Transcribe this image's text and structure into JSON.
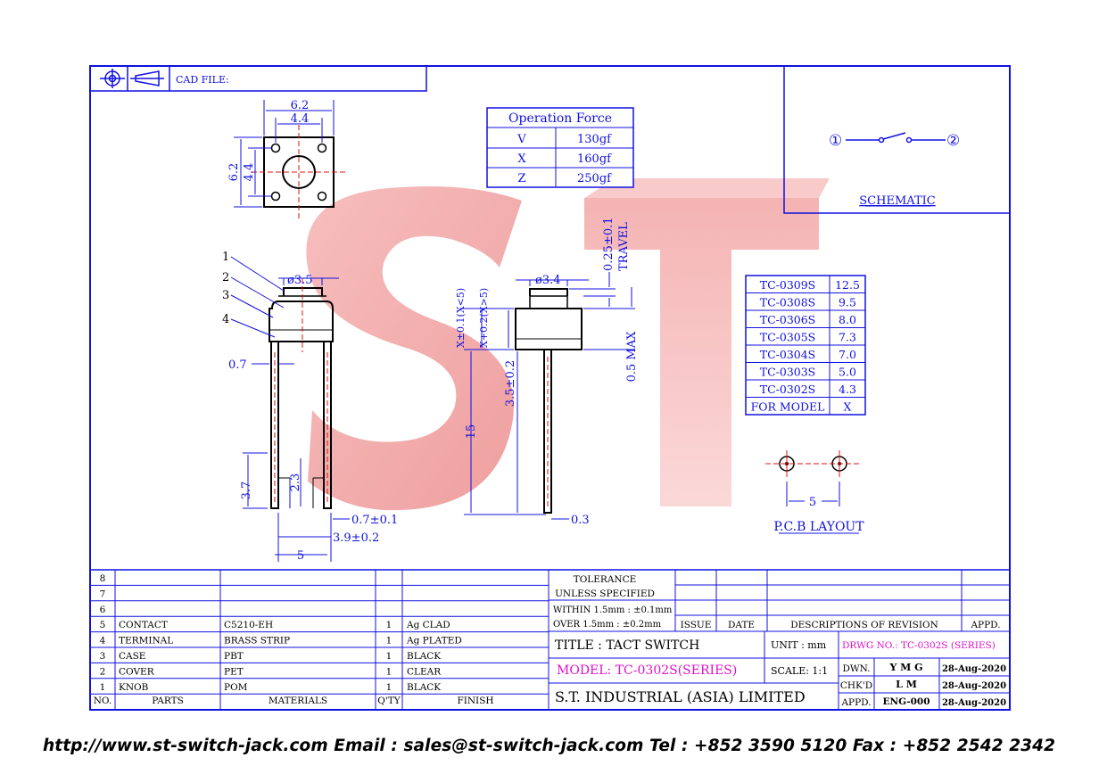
{
  "cad_file_label": "CAD FILE:",
  "operation_force": {
    "title": "Operation Force",
    "rows": [
      {
        "code": "V",
        "force": "130gf"
      },
      {
        "code": "X",
        "force": "160gf"
      },
      {
        "code": "Z",
        "force": "250gf"
      }
    ]
  },
  "schematic": {
    "label": "SCHEMATIC",
    "pin1": "①",
    "pin2": "②"
  },
  "top_view": {
    "width": "6.2",
    "inner_width": "4.4",
    "height": "6.2",
    "inner_height": "4.4"
  },
  "side_view": {
    "callouts": [
      "1",
      "2",
      "3",
      "4"
    ],
    "knob_dia": "ø3.5",
    "pin_width": "0.7",
    "pin_len": "3.7",
    "pin_len2": "2.3",
    "pin_thick": "0.7±0.1",
    "pin_span": "3.9±0.2",
    "pitch": "5"
  },
  "front_view": {
    "knob_dia": "ø3.4",
    "travel": "0.25±0.1",
    "travel_label": "TRAVEL",
    "x_tol_a": "X+0.2(X>5)",
    "x_tol_b": "X±0.1(X<5)",
    "body_h": "3.5±0.2",
    "lead_len": "15",
    "max": "0.5 MAX",
    "lead_thick": "0.3"
  },
  "model_table": {
    "rows": [
      {
        "model": "TC-0309S",
        "x": "12.5"
      },
      {
        "model": "TC-0308S",
        "x": "9.5"
      },
      {
        "model": "TC-0306S",
        "x": "8.0"
      },
      {
        "model": "TC-0305S",
        "x": "7.3"
      },
      {
        "model": "TC-0304S",
        "x": "7.0"
      },
      {
        "model": "TC-0303S",
        "x": "5.0"
      },
      {
        "model": "TC-0302S",
        "x": "4.3"
      }
    ],
    "footer": {
      "model": "FOR MODEL",
      "x": "X"
    }
  },
  "pcb": {
    "label": "P.C.B LAYOUT",
    "pitch": "5"
  },
  "bom": {
    "rows": [
      {
        "no": "8",
        "part": "",
        "material": "",
        "qty": "",
        "finish": ""
      },
      {
        "no": "7",
        "part": "",
        "material": "",
        "qty": "",
        "finish": ""
      },
      {
        "no": "6",
        "part": "",
        "material": "",
        "qty": "",
        "finish": ""
      },
      {
        "no": "5",
        "part": "CONTACT",
        "material": "C5210-EH",
        "qty": "1",
        "finish": "Ag CLAD"
      },
      {
        "no": "4",
        "part": "TERMINAL",
        "material": "BRASS STRIP",
        "qty": "1",
        "finish": "Ag PLATED"
      },
      {
        "no": "3",
        "part": "CASE",
        "material": "PBT",
        "qty": "1",
        "finish": "BLACK"
      },
      {
        "no": "2",
        "part": "COVER",
        "material": "PET",
        "qty": "1",
        "finish": "CLEAR"
      },
      {
        "no": "1",
        "part": "KNOB",
        "material": "POM",
        "qty": "1",
        "finish": "BLACK"
      }
    ],
    "header": {
      "no": "NO.",
      "part": "PARTS",
      "material": "MATERIALS",
      "qty": "Q'TY",
      "finish": "FINISH"
    }
  },
  "tolerance": {
    "line1": "TOLERANCE",
    "line2": "UNLESS   SPECIFIED",
    "line3": "WITHIN  1.5mm : ±0.1mm",
    "line4": "OVER    1.5mm : ±0.2mm"
  },
  "revision_header": {
    "issue": "ISSUE",
    "date": "DATE",
    "desc": "DESCRIPTIONS  OF  REVISION",
    "appd": "APPD."
  },
  "title_block": {
    "title": "TITLE : TACT SWITCH",
    "unit": "UNIT :   mm",
    "drwg": "DRWG NO.: TC-0302S (SERIES)",
    "model": "MODEL:  TC-0302S(SERIES)",
    "scale": "SCALE:   1:1",
    "company": "S.T.  INDUSTRIAL  (ASIA)  LIMITED",
    "dwn_label": "DWN.",
    "dwn": "Y M G",
    "dwn_date": "28-Aug-2020",
    "chk_label": "CHK'D",
    "chk": "L M",
    "chk_date": "28-Aug-2020",
    "appd_label": "APPD.",
    "appd": "ENG-000",
    "appd_date": "28-Aug-2020"
  },
  "watermark": "ST",
  "footer": "http://www.st-switch-jack.com  Email : sales@st-switch-jack.com  Tel : +852 3590 5120  Fax : +852 2542 2342",
  "colors": {
    "frame": "#1010e0",
    "magenta": "#e010c8",
    "center_line": "#e01010",
    "watermark": "#f2a6a6"
  }
}
